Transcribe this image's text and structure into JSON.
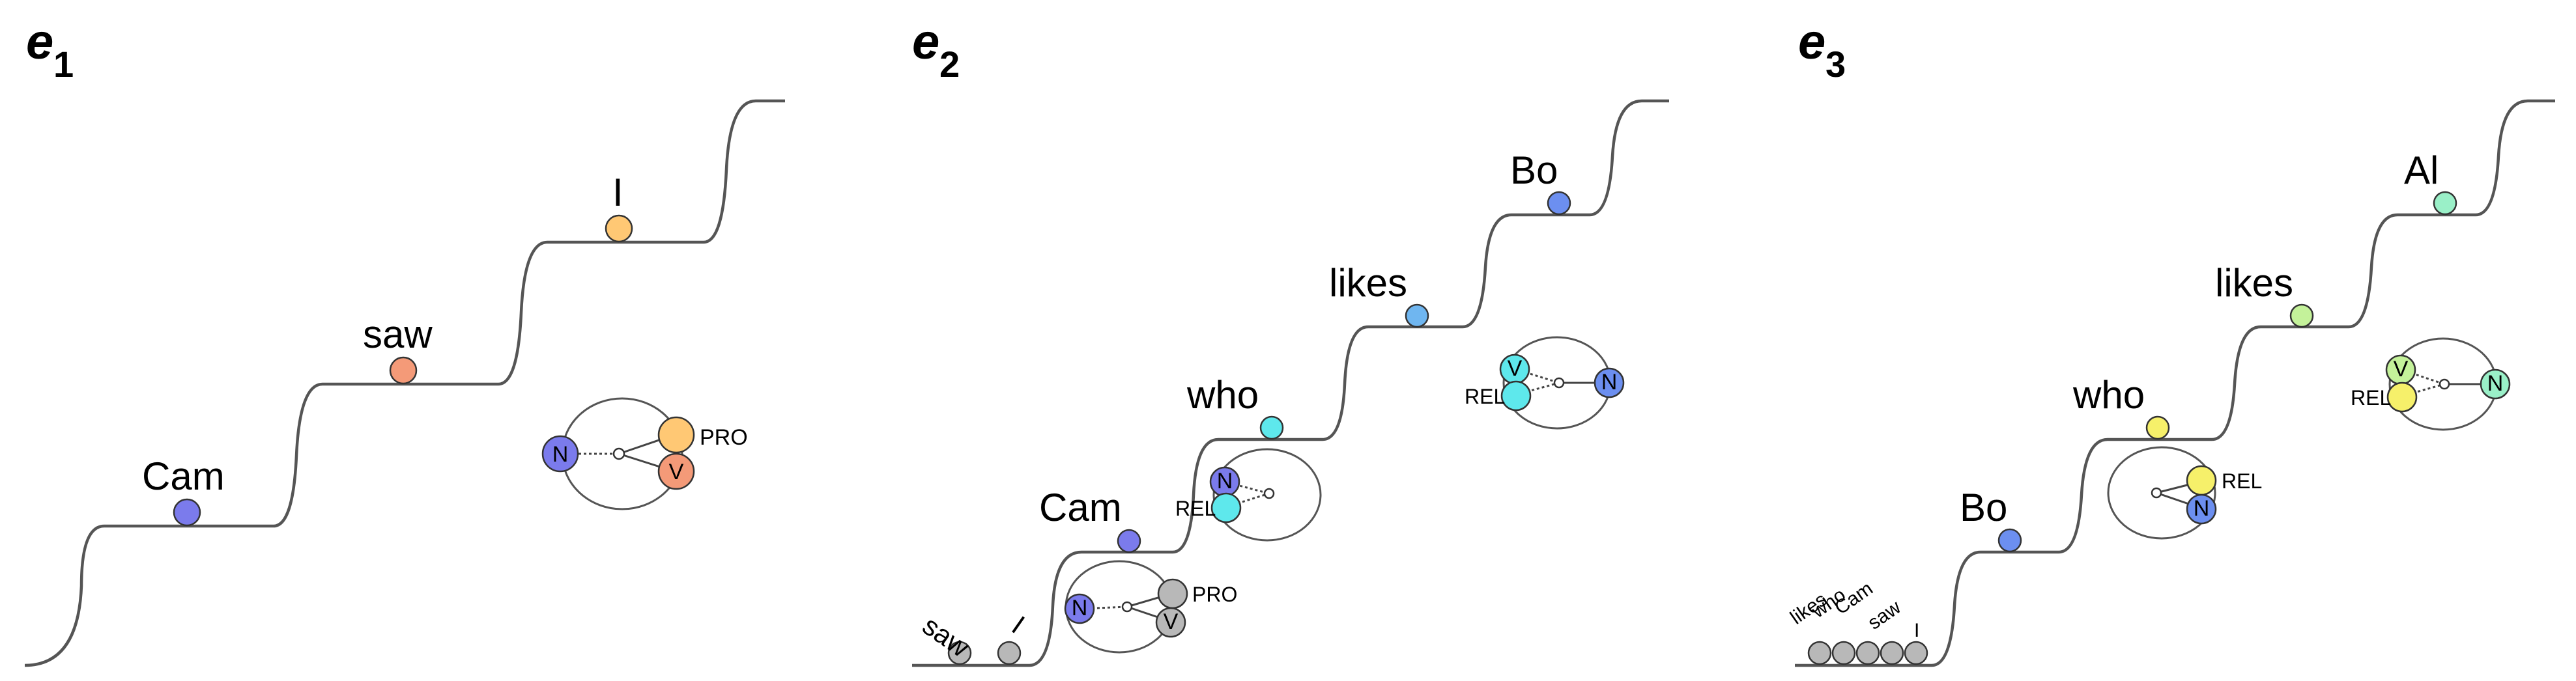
{
  "panels": [
    {
      "label": "e",
      "subscript": "1",
      "words": [
        {
          "text": "Cam",
          "color": "#7b7bec"
        },
        {
          "text": "saw",
          "color": "#f49a78"
        },
        {
          "text": "I",
          "color": "#ffc874"
        }
      ],
      "ground": [],
      "schemas": [
        {
          "nodes": [
            {
              "letter": "N",
              "color": "#7b7bec"
            },
            {
              "letter": "",
              "color": "#ffc874",
              "tag": "PRO"
            },
            {
              "letter": "V",
              "color": "#f49a78"
            }
          ]
        }
      ]
    },
    {
      "label": "e",
      "subscript": "2",
      "words": [
        {
          "text": "Cam",
          "color": "#7b7bec"
        },
        {
          "text": "who",
          "color": "#5ee8ec"
        },
        {
          "text": "likes",
          "color": "#6fb6f0"
        },
        {
          "text": "Bo",
          "color": "#6c8ff0"
        }
      ],
      "ground": [
        {
          "text": "saw",
          "color": "#b8b8b8"
        },
        {
          "text": "I",
          "color": "#b8b8b8"
        }
      ],
      "schemas": [
        {
          "nodes": [
            {
              "letter": "N",
              "color": "#7b7bec"
            },
            {
              "letter": "",
              "color": "#b8b8b8",
              "tag": "PRO"
            },
            {
              "letter": "V",
              "color": "#b8b8b8"
            }
          ]
        },
        {
          "nodes": [
            {
              "letter": "N",
              "color": "#7b7bec"
            },
            {
              "letter": "",
              "color": "#5ee8ec",
              "tag": "REL"
            }
          ]
        },
        {
          "nodes": [
            {
              "letter": "V",
              "color": "#5ee8ec"
            },
            {
              "letter": "",
              "color": "#5ee8ec",
              "tag": "REL"
            },
            {
              "letter": "N",
              "color": "#6c8ff0"
            }
          ]
        }
      ]
    },
    {
      "label": "e",
      "subscript": "3",
      "words": [
        {
          "text": "Bo",
          "color": "#6c8ff0"
        },
        {
          "text": "who",
          "color": "#f6f06a"
        },
        {
          "text": "likes",
          "color": "#c4f29a"
        },
        {
          "text": "Al",
          "color": "#9af0c8"
        }
      ],
      "ground": [
        {
          "text": "likes",
          "color": "#b8b8b8"
        },
        {
          "text": "who",
          "color": "#b8b8b8"
        },
        {
          "text": "Cam",
          "color": "#b8b8b8"
        },
        {
          "text": "saw",
          "color": "#b8b8b8"
        },
        {
          "text": "I",
          "color": "#b8b8b8"
        }
      ],
      "schemas": [
        {
          "nodes": [
            {
              "letter": "",
              "color": "#f6f06a",
              "tag": "REL"
            },
            {
              "letter": "N",
              "color": "#6c8ff0"
            }
          ]
        },
        {
          "nodes": [
            {
              "letter": "V",
              "color": "#c4f29a"
            },
            {
              "letter": "",
              "color": "#f6f06a",
              "tag": "REL"
            },
            {
              "letter": "N",
              "color": "#9af0c8"
            }
          ]
        }
      ]
    }
  ]
}
